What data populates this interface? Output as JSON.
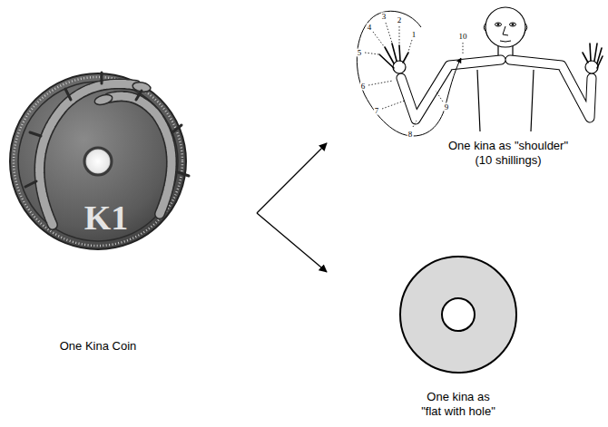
{
  "diagram": {
    "nodes": [
      {
        "text": [
          "One Kina Coin"
        ]
      },
      {
        "text": [
          "One kina as \"shoulder\" (10 shillings)"
        ]
      },
      {
        "text": [
          "One kina as \"flat with hole\""
        ]
      }
    ],
    "edges": [
      {
        "from": 0,
        "to": 1,
        "arrow": "to"
      },
      {
        "from": 0,
        "to": 2,
        "arrow": "to"
      }
    ],
    "labels": [
      "K1",
      "1",
      "2",
      "3",
      "4",
      "5",
      "6",
      "7",
      "8",
      "9",
      "10"
    ]
  }
}
